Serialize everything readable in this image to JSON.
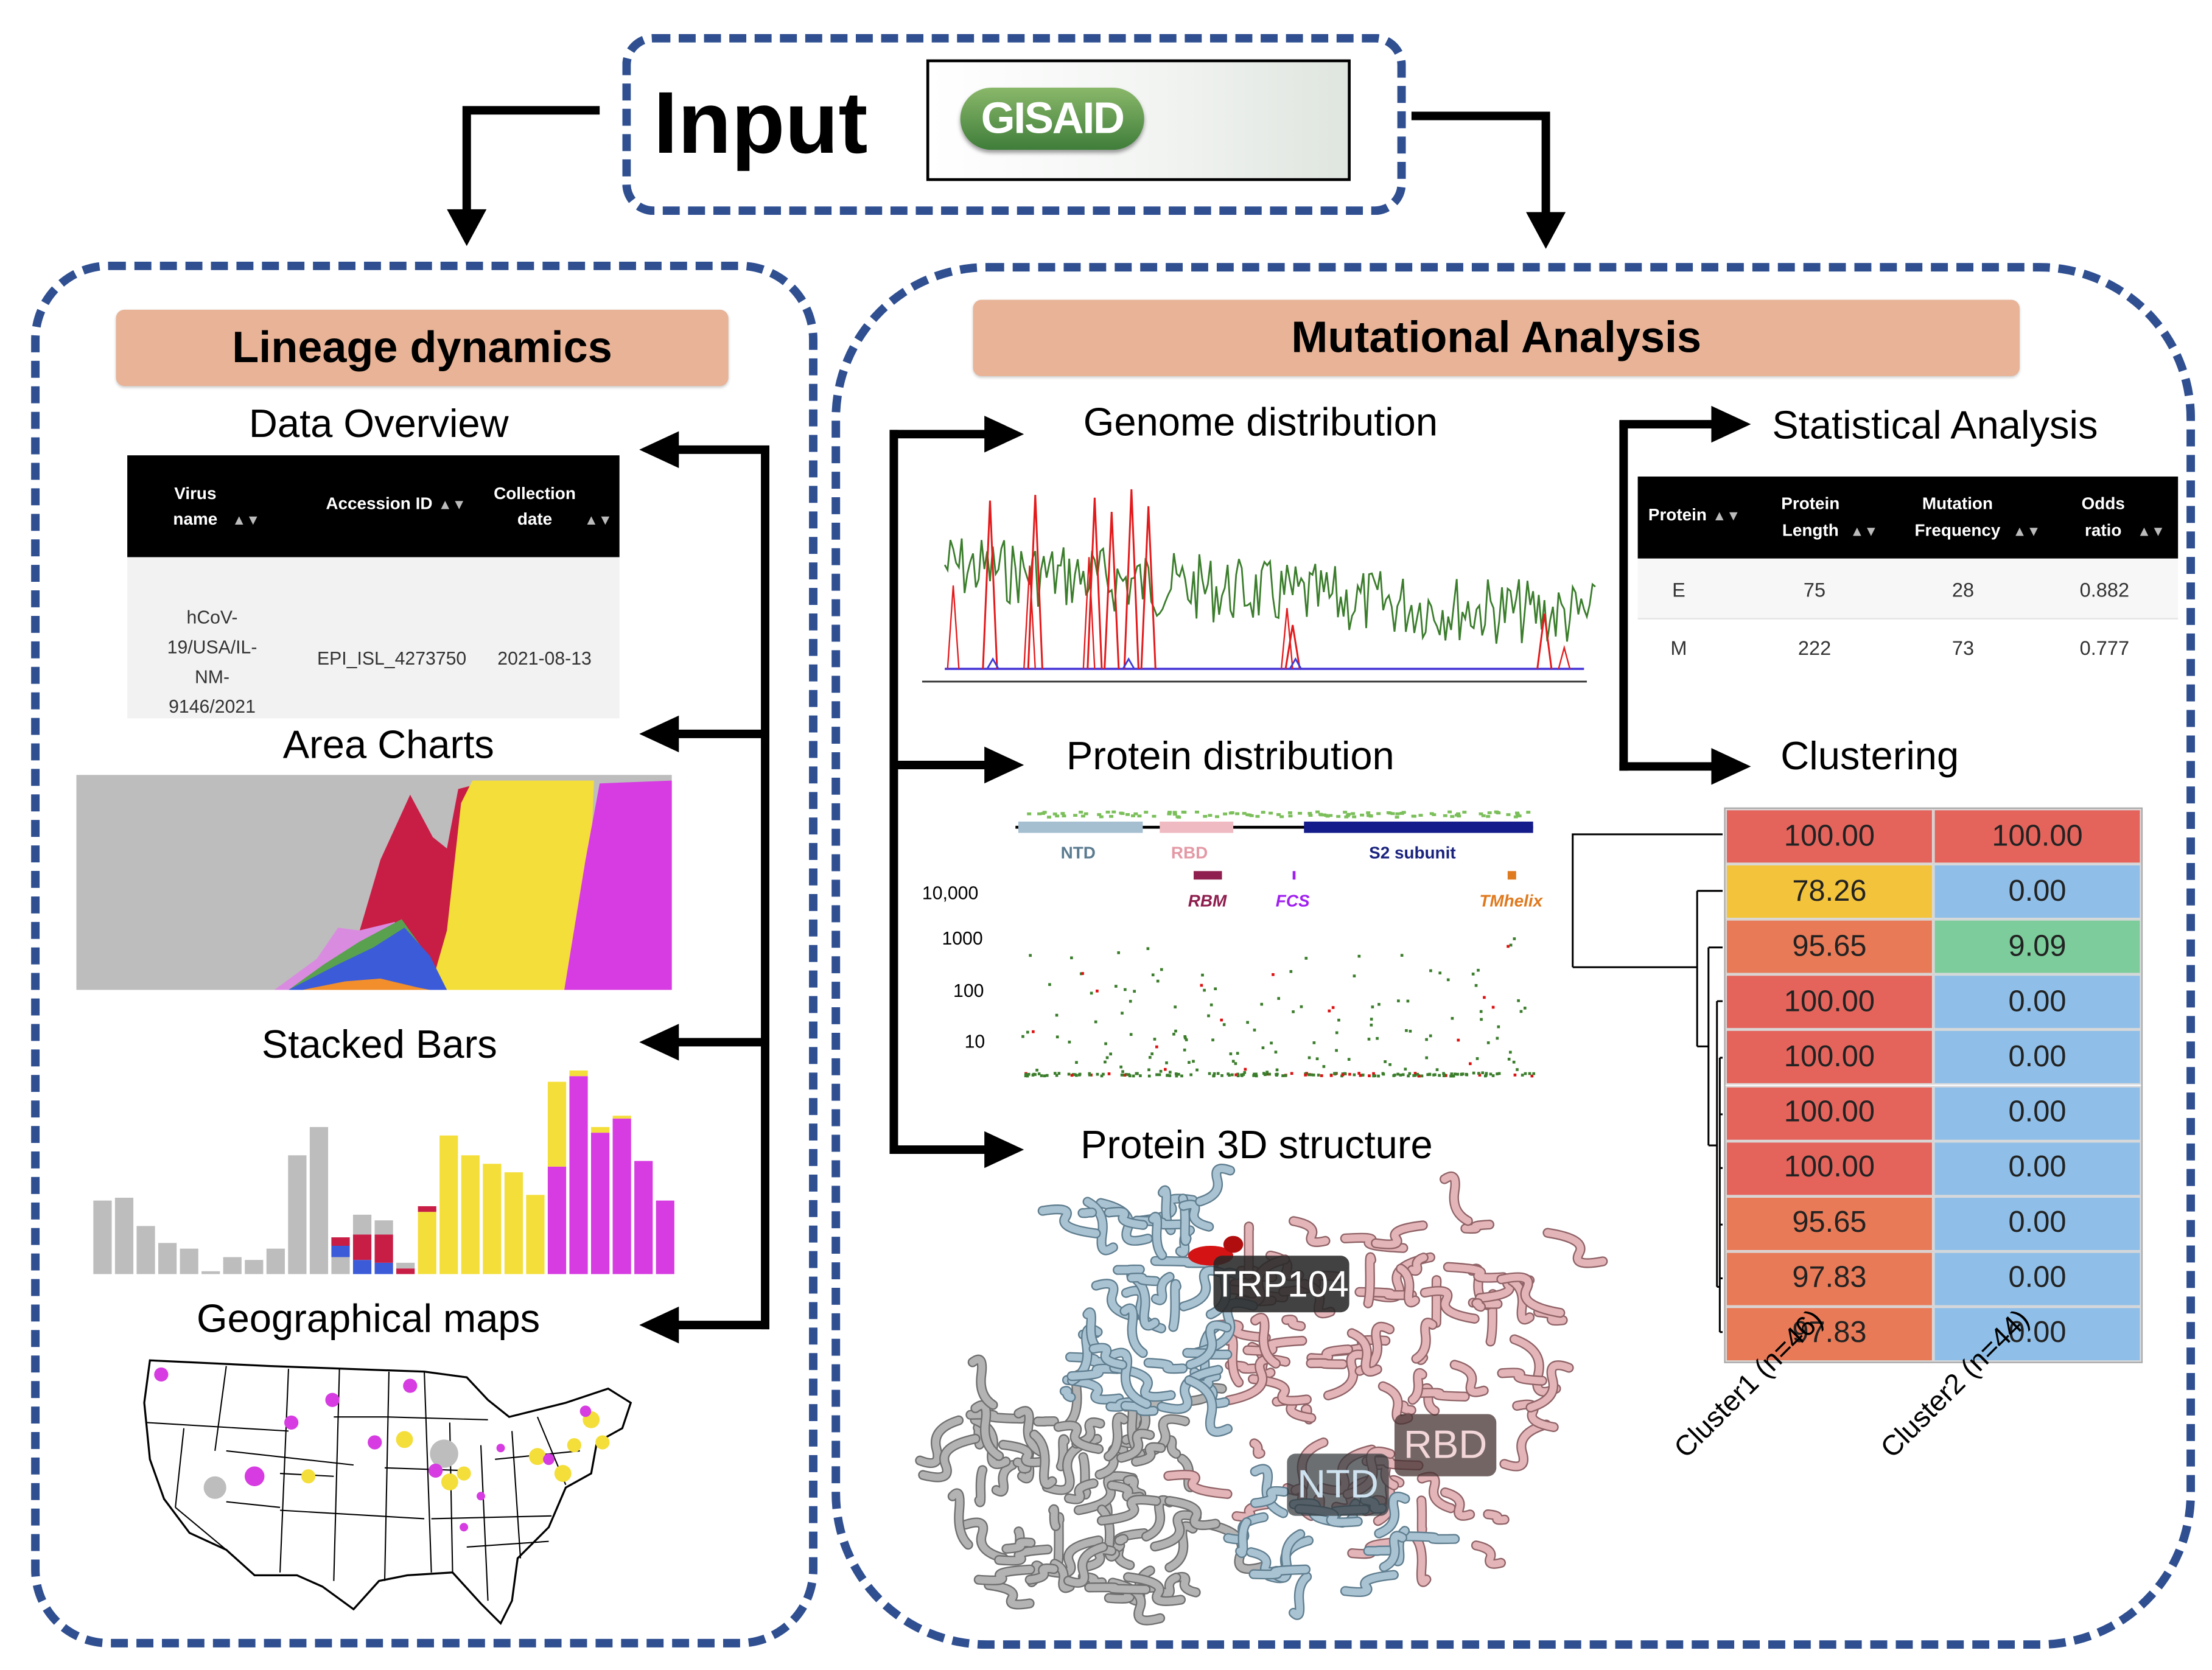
{
  "input": {
    "title": "Input",
    "logo_text": "GISAID"
  },
  "left": {
    "banner": "Lineage dynamics",
    "data_overview": {
      "title": "Data Overview",
      "headers": [
        "Virus name",
        "Accession ID",
        "Collection date"
      ],
      "row": {
        "virus_name_lines": [
          "hCoV-",
          "19/USA/IL-",
          "NM-",
          "9146/2021"
        ],
        "accession": "EPI_ISL_4273750",
        "date": "2021-08-13"
      }
    },
    "area_charts": {
      "title": "Area Charts"
    },
    "stacked_bars": {
      "title": "Stacked Bars"
    },
    "geo_maps": {
      "title": "Geographical maps"
    }
  },
  "right": {
    "banner": "Mutational Analysis",
    "genome": {
      "title": "Genome distribution"
    },
    "protein": {
      "title": "Protein distribution",
      "domains": [
        "NTD",
        "RBD",
        "S2 subunit"
      ],
      "features": [
        "RBM",
        "FCS",
        "TMhelix"
      ],
      "yticks": [
        "10,000",
        "1000",
        "100",
        "10"
      ]
    },
    "structure": {
      "title": "Protein 3D structure",
      "labels": [
        "TRP104",
        "RBD",
        "NTD"
      ]
    },
    "stats": {
      "title": "Statistical Analysis",
      "headers": [
        "Protein",
        "Protein Length",
        "Mutation Frequency",
        "Odds ratio"
      ],
      "rows": [
        [
          "E",
          "75",
          "28",
          "0.882"
        ],
        [
          "M",
          "222",
          "73",
          "0.777"
        ]
      ]
    },
    "clustering": {
      "title": "Clustering",
      "col_labels": [
        "Cluster1 (n=46)",
        "Cluster2 (n=44)"
      ],
      "rows": [
        [
          "100.00",
          "100.00"
        ],
        [
          "78.26",
          "0.00"
        ],
        [
          "95.65",
          "9.09"
        ],
        [
          "100.00",
          "0.00"
        ],
        [
          "100.00",
          "0.00"
        ],
        [
          "100.00",
          "0.00"
        ],
        [
          "100.00",
          "0.00"
        ],
        [
          "95.65",
          "0.00"
        ],
        [
          "97.83",
          "0.00"
        ],
        [
          "97.83",
          "0.00"
        ]
      ],
      "colors": {
        "red": "#e4645c",
        "orange": "#e87a57",
        "yellow": "#f2c33b",
        "blue": "#8fbfe8",
        "green": "#7dcc9c"
      }
    }
  }
}
